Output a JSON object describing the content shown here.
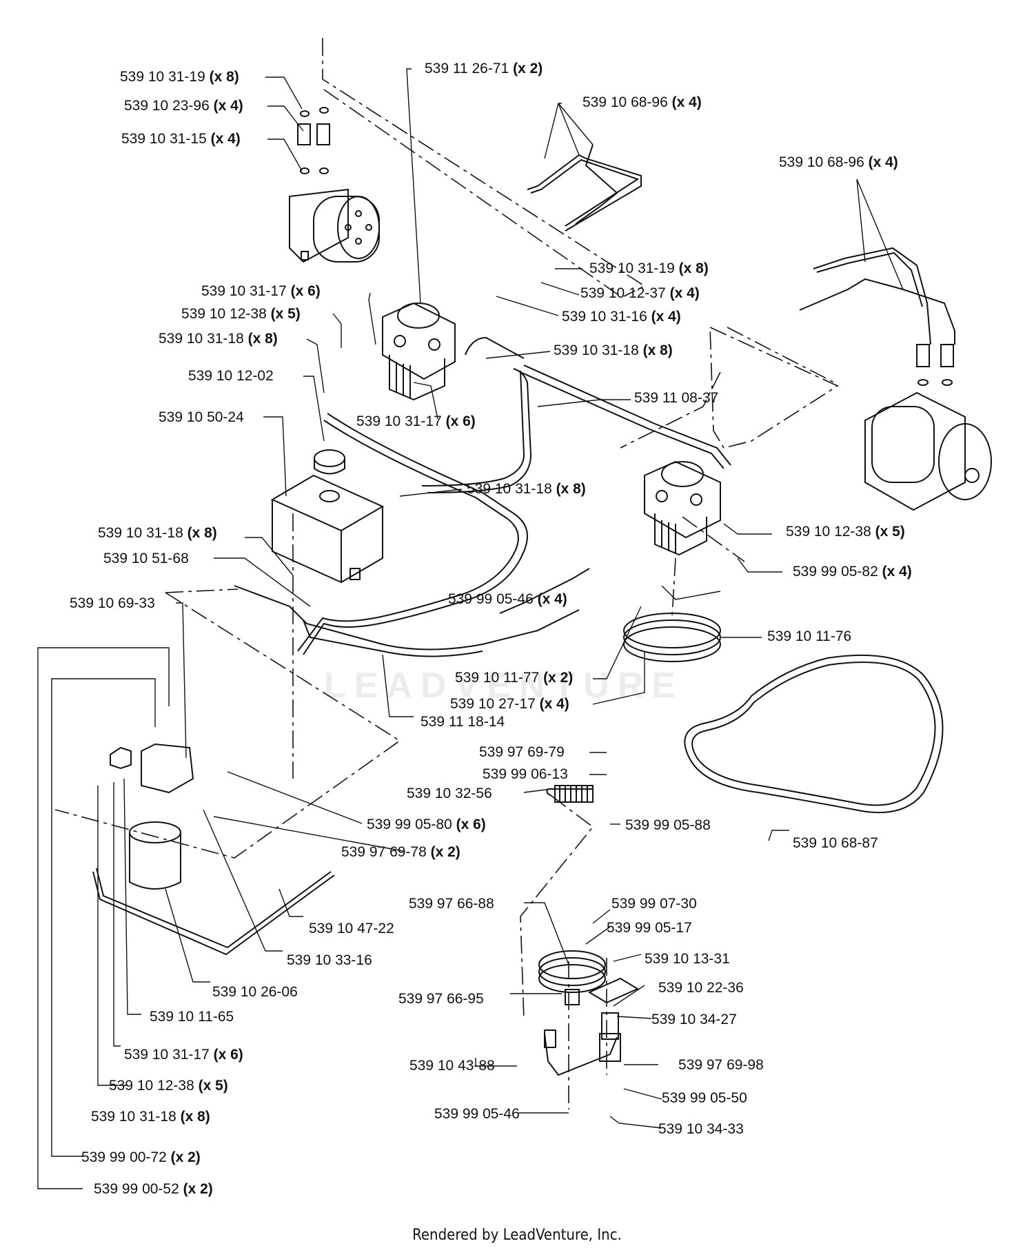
{
  "watermark": "LEADVENTURE",
  "footer": "Rendered by LeadVenture, Inc.",
  "labels": [
    {
      "id": "l1",
      "part": "539 10 31-19",
      "qty": "(x 8)"
    },
    {
      "id": "l2",
      "part": "539 10 23-96",
      "qty": "(x 4)"
    },
    {
      "id": "l3",
      "part": "539 10 31-15",
      "qty": "(x 4)"
    },
    {
      "id": "l4",
      "part": "539 11 26-71",
      "qty": "(x 2)"
    },
    {
      "id": "l5",
      "part": "539 10 68-96",
      "qty": "(x 4)"
    },
    {
      "id": "l6",
      "part": "539 10 68-96",
      "qty": "(x 4)"
    },
    {
      "id": "l7",
      "part": "539 10 31-19",
      "qty": "(x 8)"
    },
    {
      "id": "l8",
      "part": "539 10 12-37",
      "qty": "(x 4)"
    },
    {
      "id": "l9",
      "part": "539 10 31-17",
      "qty": "(x 6)"
    },
    {
      "id": "l10",
      "part": "539 10 31-16",
      "qty": "(x 4)"
    },
    {
      "id": "l11",
      "part": "539 10 12-38",
      "qty": "(x 5)"
    },
    {
      "id": "l12",
      "part": "539 10 31-18",
      "qty": "(x 8)"
    },
    {
      "id": "l13",
      "part": "539 10 31-18",
      "qty": "(x 8)"
    },
    {
      "id": "l14",
      "part": "539 10 12-02",
      "qty": ""
    },
    {
      "id": "l15",
      "part": "539 11 08-37",
      "qty": ""
    },
    {
      "id": "l16",
      "part": "539 10 31-17",
      "qty": "(x 6)"
    },
    {
      "id": "l17",
      "part": "539 10 50-24",
      "qty": ""
    },
    {
      "id": "l18",
      "part": "539 10 31-18",
      "qty": "(x 8)"
    },
    {
      "id": "l19",
      "part": "539 10 31-18",
      "qty": "(x 8)"
    },
    {
      "id": "l20",
      "part": "539 10 12-38",
      "qty": "(x 5)"
    },
    {
      "id": "l21",
      "part": "539 10 51-68",
      "qty": ""
    },
    {
      "id": "l22",
      "part": "539 99 05-82",
      "qty": "(x 4)"
    },
    {
      "id": "l23",
      "part": "539 99 05-46",
      "qty": "(x 4)"
    },
    {
      "id": "l24",
      "part": "539 10 69-33",
      "qty": ""
    },
    {
      "id": "l25",
      "part": "539 10 11-76",
      "qty": ""
    },
    {
      "id": "l26",
      "part": "539 10 11-77",
      "qty": "(x 2)"
    },
    {
      "id": "l27",
      "part": "539 10 27-17",
      "qty": "(x 4)"
    },
    {
      "id": "l28",
      "part": "539 11 18-14",
      "qty": ""
    },
    {
      "id": "l29",
      "part": "539 97 69-79",
      "qty": ""
    },
    {
      "id": "l30",
      "part": "539 99 06-13",
      "qty": ""
    },
    {
      "id": "l31",
      "part": "539 10 32-56",
      "qty": ""
    },
    {
      "id": "l32",
      "part": "539 99 05-80",
      "qty": "(x 6)"
    },
    {
      "id": "l33",
      "part": "539 99 05-88",
      "qty": ""
    },
    {
      "id": "l34",
      "part": "539 97 69-78",
      "qty": "(x 2)"
    },
    {
      "id": "l35",
      "part": "539 10 68-87",
      "qty": ""
    },
    {
      "id": "l36",
      "part": "539 97 66-88",
      "qty": ""
    },
    {
      "id": "l37",
      "part": "539 99 07-30",
      "qty": ""
    },
    {
      "id": "l38",
      "part": "539 10 47-22",
      "qty": ""
    },
    {
      "id": "l39",
      "part": "539 99 05-17",
      "qty": ""
    },
    {
      "id": "l40",
      "part": "539 10 13-31",
      "qty": ""
    },
    {
      "id": "l41",
      "part": "539 10 33-16",
      "qty": ""
    },
    {
      "id": "l42",
      "part": "539 10 22-36",
      "qty": ""
    },
    {
      "id": "l43",
      "part": "539 10 26-06",
      "qty": ""
    },
    {
      "id": "l44",
      "part": "539 97 66-95",
      "qty": ""
    },
    {
      "id": "l45",
      "part": "539 10 34-27",
      "qty": ""
    },
    {
      "id": "l46",
      "part": "539 10 11-65",
      "qty": ""
    },
    {
      "id": "l47",
      "part": "539 10 31-17",
      "qty": "(x 6)"
    },
    {
      "id": "l48",
      "part": "539 97 69-98",
      "qty": ""
    },
    {
      "id": "l49",
      "part": "539 10 43-88",
      "qty": ""
    },
    {
      "id": "l50",
      "part": "539 10 12-38",
      "qty": "(x 5)"
    },
    {
      "id": "l51",
      "part": "539 99 05-50",
      "qty": ""
    },
    {
      "id": "l52",
      "part": "539 10 31-18",
      "qty": "(x 8)"
    },
    {
      "id": "l53",
      "part": "539 99 05-46",
      "qty": ""
    },
    {
      "id": "l54",
      "part": "539 10 34-33",
      "qty": ""
    },
    {
      "id": "l55",
      "part": "539 99 00-72",
      "qty": "(x 2)"
    },
    {
      "id": "l56",
      "part": "539 99 00-52",
      "qty": "(x 2)"
    }
  ]
}
